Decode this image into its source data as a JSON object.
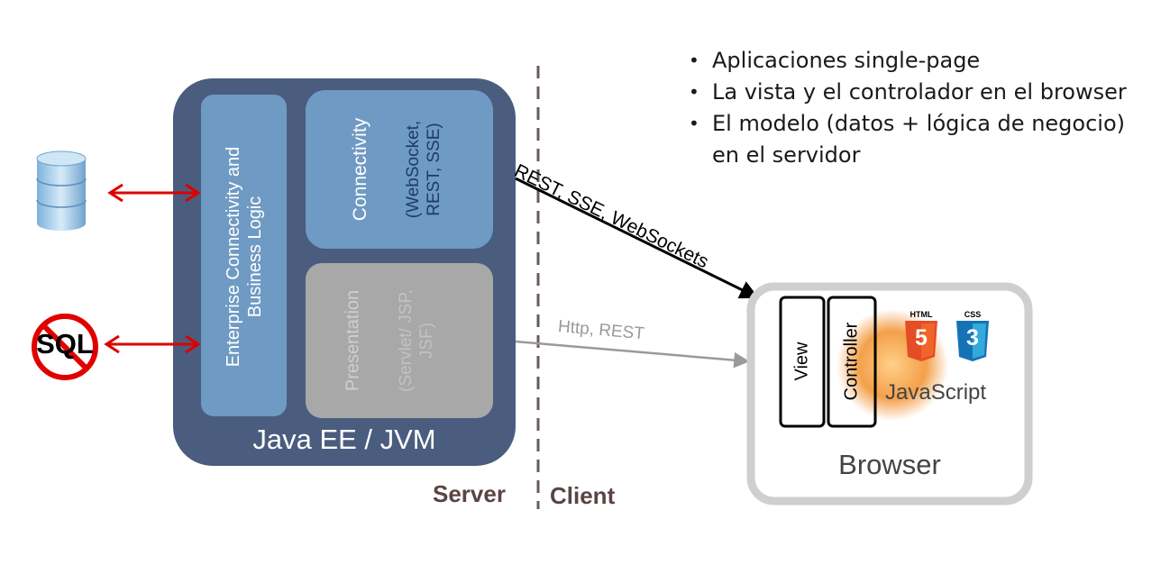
{
  "bullets": [
    "Aplicaciones single-page",
    "La vista y el controlador en el browser",
    "El modelo (datos + lógica de negocio) en el servidor"
  ],
  "server_box": {
    "title": "Java EE / JVM",
    "business_logic_label": "Enterprise Connectivity and Business Logic",
    "connectivity_label": "Connectivity",
    "connectivity_sub": "(WebSocket, REST, SSE)",
    "presentation_label": "Presentation",
    "presentation_sub": "(Servlet/ JSP, JSF)"
  },
  "divider": {
    "left_label": "Server",
    "right_label": "Client"
  },
  "connections": {
    "primary_label": "REST, SSE, WebSockets",
    "secondary_label": "Http, REST"
  },
  "browser_box": {
    "title": "Browser",
    "view_label": "View",
    "controller_label": "Controller",
    "html_badge": "HTML",
    "html_number": "5",
    "css_badge": "CSS",
    "css_number": "3",
    "js_label": "JavaScript"
  },
  "left_icons": {
    "sql_label": "SQL"
  },
  "colors": {
    "server_outer": "#4a5d7e",
    "server_inner": "#6f9ac3",
    "presentation_fill": "#a8a8a8",
    "arrow_red": "#dd0000",
    "browser_border": "#cfcfcf",
    "html5_orange": "#e44d26",
    "css3_blue": "#1572b6",
    "divider": "#6b5a5a"
  }
}
